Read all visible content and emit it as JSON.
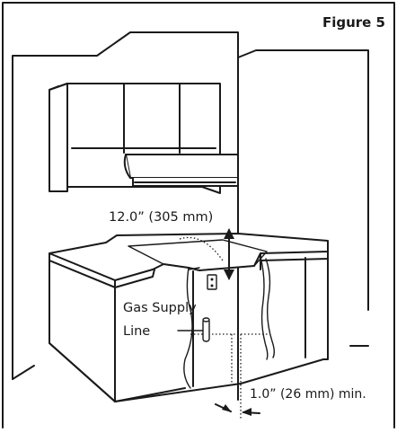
{
  "figure": {
    "title": "Figure 5",
    "clearance_label": "12.0” (305 mm)",
    "gas_label_line1": "Gas Supply",
    "gas_label_line2": "Line",
    "min_label": "1.0” (26 mm) min."
  }
}
